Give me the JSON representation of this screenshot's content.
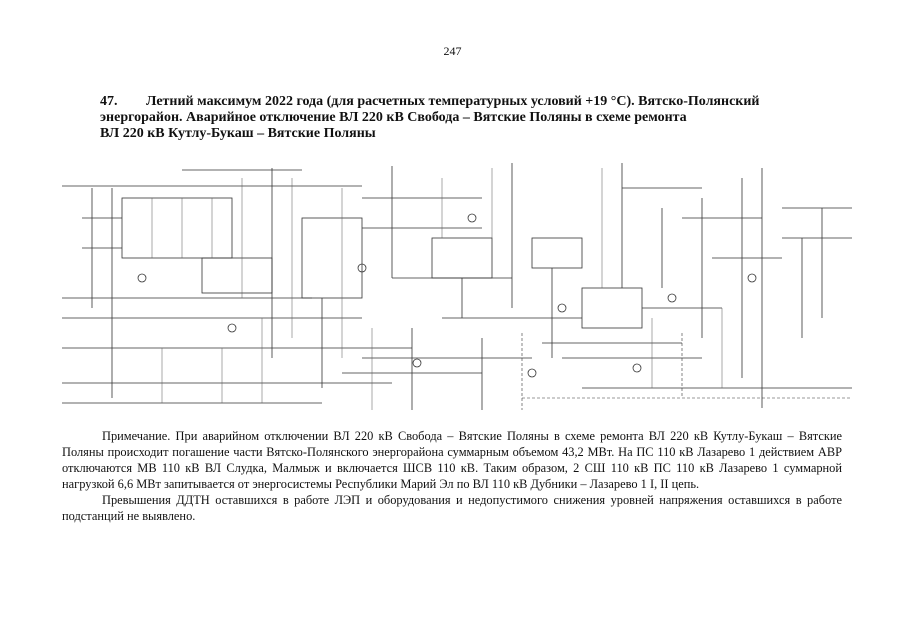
{
  "page": {
    "number": "247"
  },
  "heading": {
    "number": "47.",
    "line1": "Летний максимум 2022 года (для расчетных температурных условий +19 °С). Вятско-Полянский",
    "line2": "энергорайон. Аварийное отключение ВЛ 220 кВ Свобода – Вятские Поляны в схеме ремонта",
    "line3": "ВЛ 220 кВ Кутлу-Букаш – Вятские Поляны"
  },
  "note": {
    "paragraph1": "Примечание. При аварийном отключении ВЛ 220 кВ Свобода – Вятские Поляны в схеме ремонта ВЛ 220 кВ Кутлу-Букаш – Вятские Поляны происходит погашение части Вятско-Полянского энергорайона суммарным объемом 43,2 МВт. На ПС 110 кВ Лазарево 1 действием АВР отключаются МВ 110 кВ ВЛ Слудка, Малмыж и включается ШСВ 110 кВ. Таким образом, 2 СШ 110 кВ ПС 110 кВ Лазарево 1 суммарной нагрузкой 6,6 МВт запитывается от энергосистемы Республики Марий Эл по ВЛ 110 кВ Дубники – Лазарево 1 I, II цепь.",
    "paragraph2": "Превышения ДДТН оставшихся в работе ЛЭП и оборудования и недопустимого снижения уровней напряжения оставшихся в работе подстанций не выявлено."
  },
  "colors": {
    "ink": "#111111",
    "diagram_line": "#333333",
    "diagram_text": "#444444"
  }
}
